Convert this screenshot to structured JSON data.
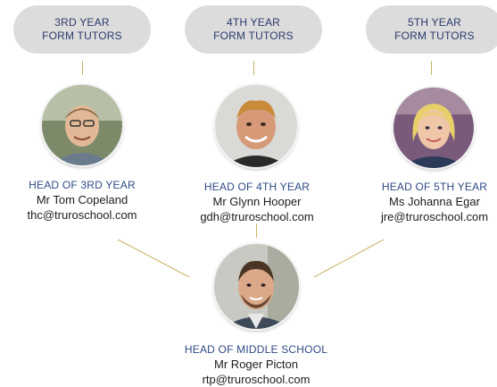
{
  "tutor_groups": [
    {
      "line1": "3RD YEAR",
      "line2": "FORM TUTORS"
    },
    {
      "line1": "4TH YEAR",
      "line2": "FORM TUTORS"
    },
    {
      "line1": "5TH YEAR",
      "line2": "FORM TUTORS"
    }
  ],
  "heads": [
    {
      "role": "HEAD OF 3RD YEAR",
      "name": "Mr Tom Copeland",
      "email": "thc@truroschool.com"
    },
    {
      "role": "HEAD OF 4TH YEAR",
      "name": "Mr Glynn Hooper",
      "email": "gdh@truroschool.com"
    },
    {
      "role": "HEAD OF 5TH YEAR",
      "name": "Ms Johanna Egar",
      "email": "jre@truroschool.com"
    }
  ],
  "head_of_school": {
    "role": "HEAD OF MIDDLE SCHOOL",
    "name": "Mr Roger Picton",
    "email": "rtp@truroschool.com"
  },
  "colors": {
    "pill_background": "#dcdcdc",
    "role_text": "#2f4a86",
    "connector": "#c9b36a"
  }
}
